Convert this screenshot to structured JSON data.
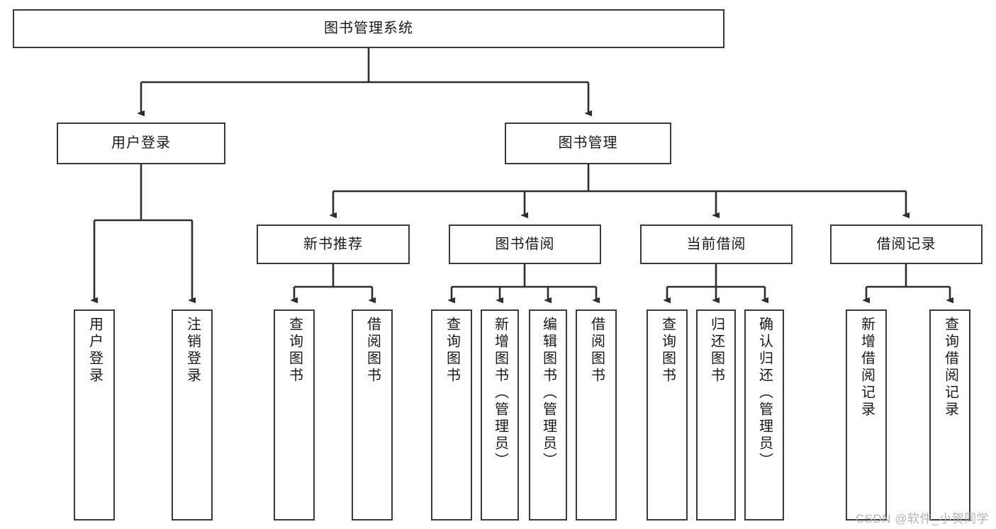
{
  "diagram": {
    "title_node": {
      "label": "图书管理系统"
    },
    "level2": [
      {
        "label": "用户登录"
      },
      {
        "label": "图书管理"
      }
    ],
    "level3": [
      {
        "label": "新书推荐"
      },
      {
        "label": "图书借阅"
      },
      {
        "label": "当前借阅"
      },
      {
        "label": "借阅记录"
      }
    ],
    "leaves": {
      "user_login": [
        {
          "label": "用户登录"
        },
        {
          "label": "注销登录"
        }
      ],
      "new_book_recommend": [
        {
          "label": "查询图书"
        },
        {
          "label": "借阅图书"
        }
      ],
      "book_borrow": [
        {
          "label": "查询图书"
        },
        {
          "label": "新增图书（管理员）"
        },
        {
          "label": "编辑图书（管理员）"
        },
        {
          "label": "借阅图书"
        }
      ],
      "current_borrow": [
        {
          "label": "查询图书"
        },
        {
          "label": "归还图书"
        },
        {
          "label": "确认归还（管理员）"
        }
      ],
      "borrow_record": [
        {
          "label": "新增借阅记录"
        },
        {
          "label": "查询借阅记录"
        }
      ]
    }
  },
  "watermark": {
    "text": "CSDN @软件_小贺同学"
  },
  "colors": {
    "stroke": "#3a3a3a",
    "fill": "#ffffff",
    "text": "#1a1a1a",
    "watermark": "#b4b4b4"
  }
}
